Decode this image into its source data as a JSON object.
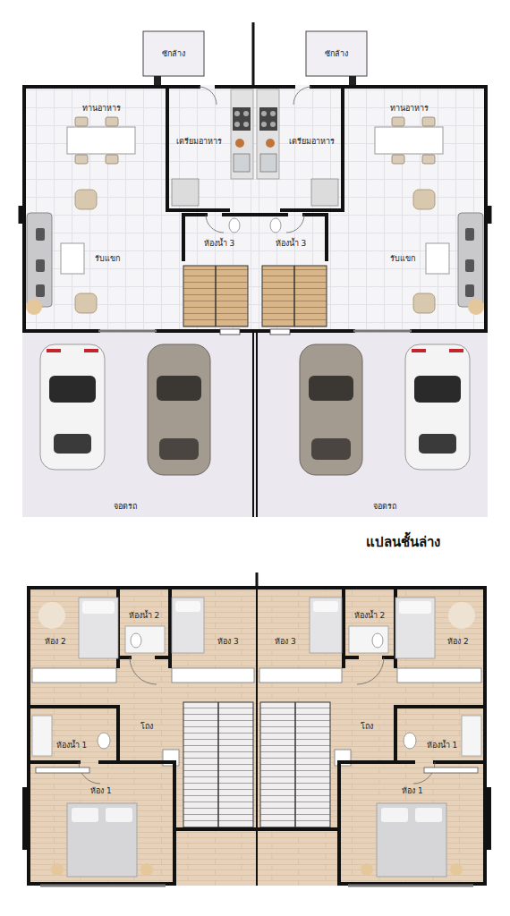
{
  "diagram": {
    "labels": [
      "ซักล้าง",
      "ซักล้าง",
      "ทานอาหาร",
      "ทานอาหาร",
      "เตรียมอาหาร",
      "เตรียมอาหาร",
      "ห้องน้ำ 3",
      "ห้องน้ำ 3",
      "รับแขก",
      "รับแขก",
      "จอดรถ",
      "จอดรถ",
      "แปลนชั้นล่าง",
      "ห้องน้ำ 2",
      "ห้องน้ำ 2",
      "ห้อง 2",
      "ห้อง 3",
      "ห้อง 3",
      "ห้อง 2",
      "โถง",
      "โถง",
      "ห้องน้ำ 1",
      "ห้องน้ำ 1",
      "ห้อง 1",
      "ห้อง 1"
    ]
  }
}
